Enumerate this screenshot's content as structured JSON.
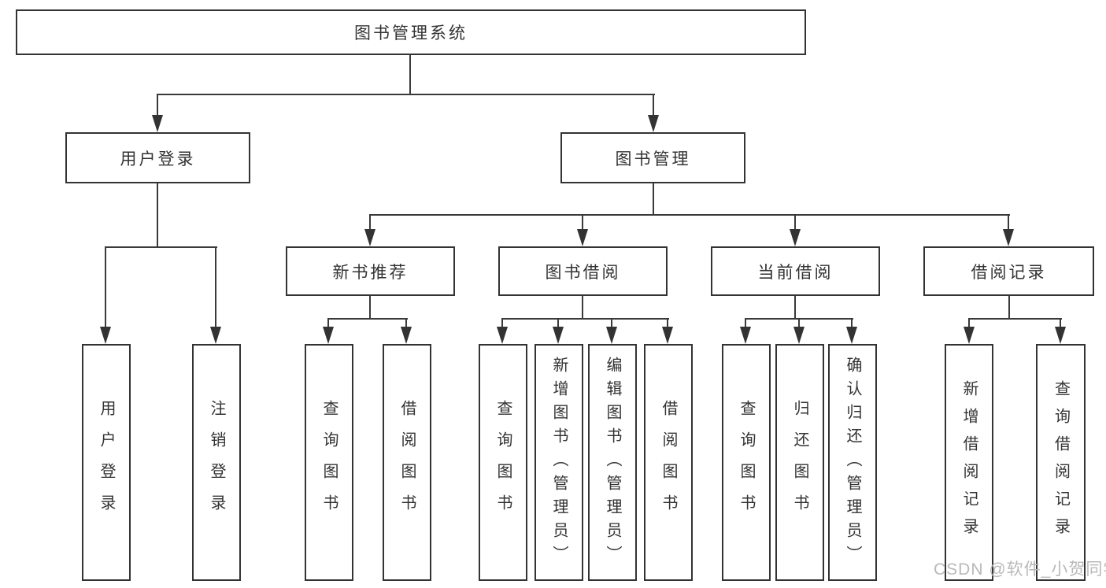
{
  "tree": {
    "root": {
      "label": "图书管理系统"
    },
    "level2": [
      {
        "label": "用户登录"
      },
      {
        "label": "图书管理"
      }
    ],
    "level3": [
      {
        "label": "新书推荐",
        "parent": "图书管理"
      },
      {
        "label": "图书借阅",
        "parent": "图书管理"
      },
      {
        "label": "当前借阅",
        "parent": "图书管理"
      },
      {
        "label": "借阅记录",
        "parent": "图书管理"
      }
    ],
    "leaves": [
      {
        "label": "用户登录",
        "parent": "用户登录"
      },
      {
        "label": "注销登录",
        "parent": "用户登录"
      },
      {
        "label": "查询图书",
        "parent": "新书推荐"
      },
      {
        "label": "借阅图书",
        "parent": "新书推荐"
      },
      {
        "label": "查询图书",
        "parent": "图书借阅"
      },
      {
        "label": "新增图书（管理员）",
        "parent": "图书借阅"
      },
      {
        "label": "编辑图书（管理员）",
        "parent": "图书借阅"
      },
      {
        "label": "借阅图书",
        "parent": "图书借阅"
      },
      {
        "label": "查询图书",
        "parent": "当前借阅"
      },
      {
        "label": "归还图书",
        "parent": "当前借阅"
      },
      {
        "label": "确认归还（管理员）",
        "parent": "当前借阅"
      },
      {
        "label": "新增借阅记录",
        "parent": "借阅记录"
      },
      {
        "label": "查询借阅记录",
        "parent": "借阅记录"
      }
    ]
  },
  "watermark": {
    "text": "CSDN @软件_小贺同学",
    "color": "#b9b9b9"
  },
  "colors": {
    "line": "#3a3a3a",
    "border": "#333333",
    "text": "#333333",
    "background": "#ffffff"
  }
}
